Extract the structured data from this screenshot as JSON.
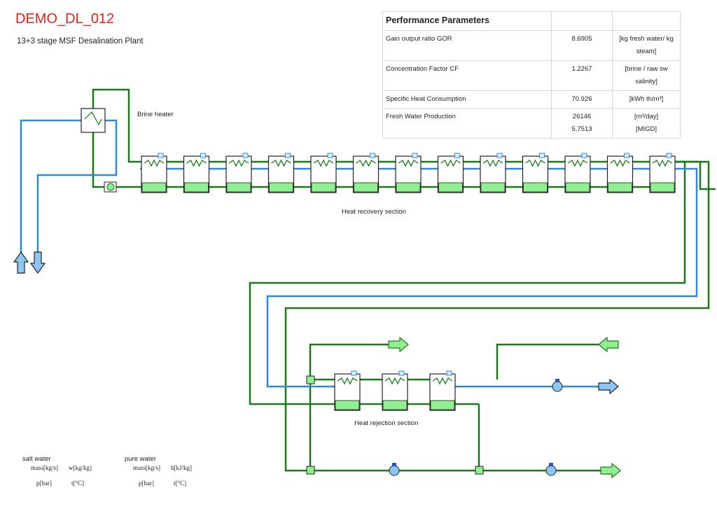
{
  "header": {
    "title": "DEMO_DL_012",
    "subtitle": "13+3 stage MSF Desalination Plant"
  },
  "labels": {
    "brine_heater": "Brine heater",
    "heat_recovery": "Heat recovery section",
    "heat_rejection": "Heat rejection section"
  },
  "performance": {
    "heading": "Performance Parameters",
    "rows": [
      {
        "name": "Gain output ratio GOR",
        "value": "8.6905",
        "unit": "[kg fresh water/ kg steam]"
      },
      {
        "name": "Concentration Factor CF",
        "value": "1.2267",
        "unit": "[brine / raw sw salinity]"
      },
      {
        "name": "Specific Heat Consumption",
        "value": "70.926",
        "unit": "[kWh th/m³]"
      },
      {
        "name": "Fresh Water Production",
        "value": "26146",
        "unit": "[m³/day]",
        "value2": "5.7513",
        "unit2": "[MIGD]"
      }
    ]
  },
  "legend": {
    "salt": {
      "caption": "salt water",
      "tl": "mass[kg/s]",
      "tr": "w[kg/kg]",
      "bl": "p[bar]",
      "br": "t[°C]"
    },
    "pure": {
      "caption": "pure water",
      "tl": "mass[kg/s]",
      "tr": "h[kJ/kg]",
      "bl": "p[bar]",
      "br": "t[°C]"
    }
  },
  "colors": {
    "brine": "#1a7a1a",
    "seawater": "#2a8ae0",
    "stage_fill": "#8ef08e",
    "title": "#e8221a"
  },
  "icons": [
    "arrow-up-icon",
    "arrow-down-icon",
    "arrow-right-icon",
    "arrow-left-icon",
    "pump-icon",
    "mixer-icon",
    "splitter-icon",
    "valve-icon"
  ]
}
